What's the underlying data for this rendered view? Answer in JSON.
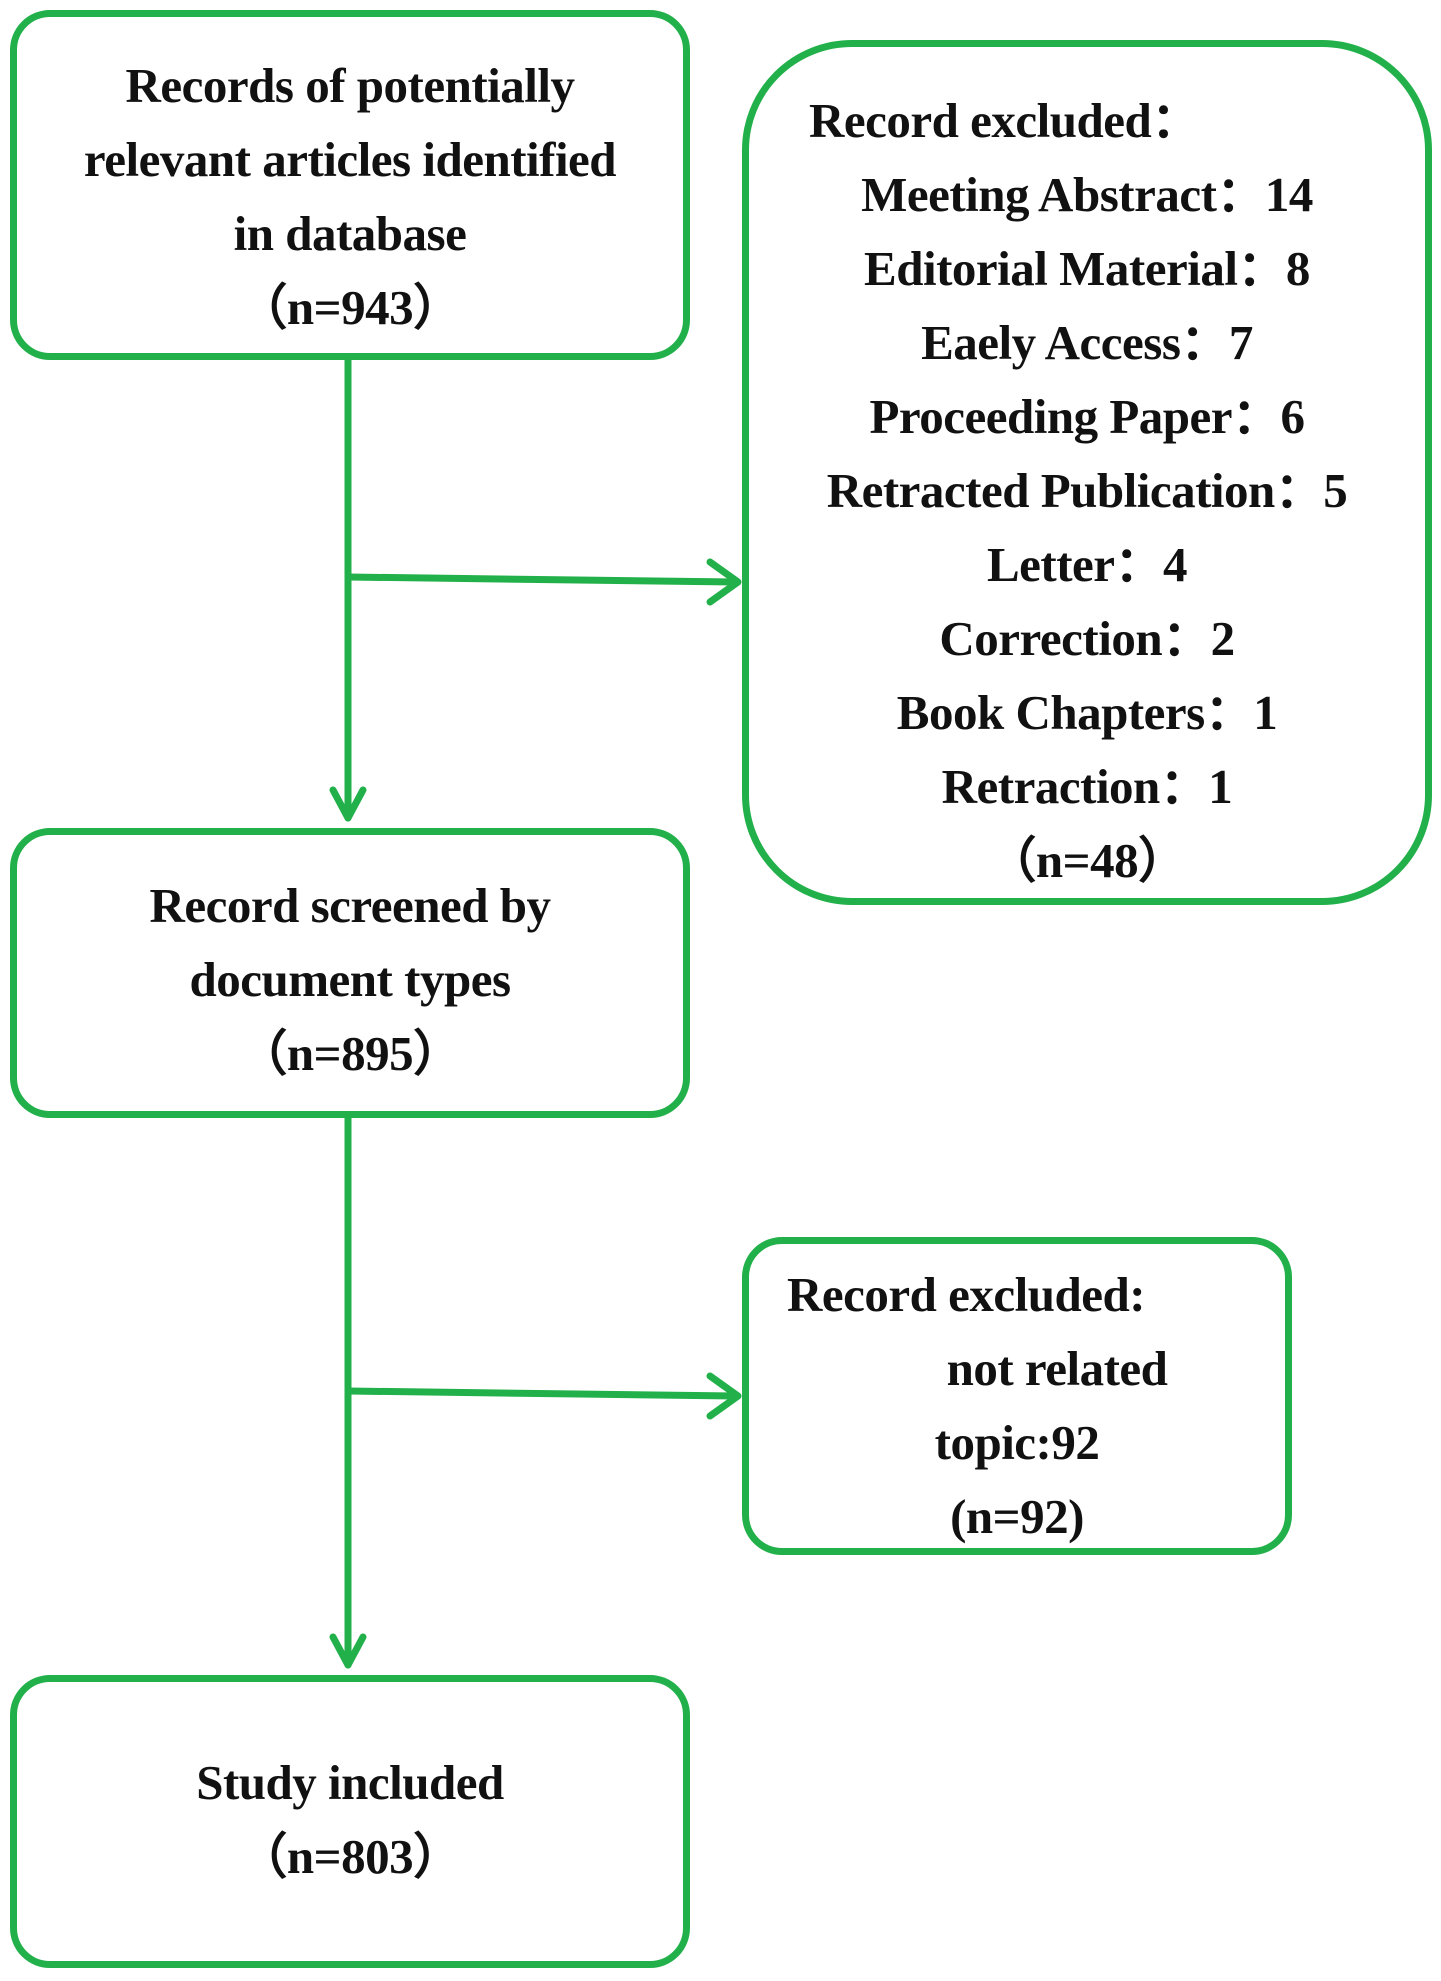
{
  "colors": {
    "box_border": "#22b04a",
    "arrow": "#22b04a",
    "text": "#111111",
    "background": "#ffffff"
  },
  "boxes": {
    "identified": {
      "lines": [
        "Records of potentially",
        "relevant articles identified",
        "in database",
        "（n=943）"
      ]
    },
    "excluded_types": {
      "heading": "Record excluded：",
      "items": [
        "Meeting Abstract：14",
        "Editorial Material：8",
        "Eaely Access：7",
        "Proceeding Paper：6",
        "Retracted Publication：5",
        "Letter：4",
        "Correction：2",
        "Book Chapters：1",
        "Retraction：1"
      ],
      "total": "（n=48）"
    },
    "screened": {
      "lines": [
        "Record screened by",
        "document types",
        "（n=895）"
      ]
    },
    "excluded_topic": {
      "heading": "Record excluded:",
      "lines": [
        "not related",
        "topic:92",
        "(n=92)"
      ]
    },
    "included": {
      "lines": [
        "Study included",
        "（n=803）"
      ]
    }
  }
}
